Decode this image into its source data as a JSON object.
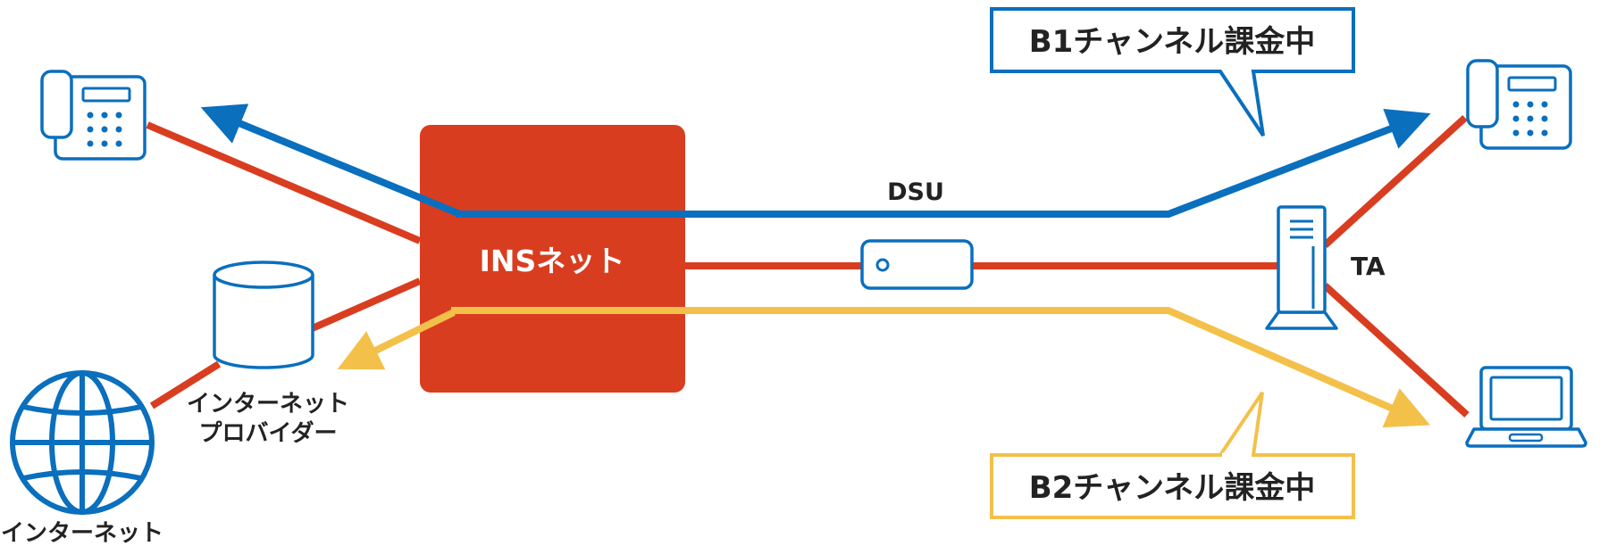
{
  "labels": {
    "ins_net": "INSネット",
    "dsu": "DSU",
    "ta": "TA",
    "isp_line1": "インターネット",
    "isp_line2": "プロバイダー",
    "internet": "インターネット",
    "b1_callout": "B1チャンネル課金中",
    "b2_callout": "B2チャンネル課金中"
  },
  "colors": {
    "red": "#d93d20",
    "blue": "#0a6fbd",
    "yellow": "#f3c04a",
    "icon": "#0a6fbd",
    "text": "#222222"
  },
  "icons": [
    "telephone-icon",
    "database-icon",
    "globe-icon",
    "dsu-device-icon",
    "ta-device-icon",
    "laptop-icon"
  ]
}
